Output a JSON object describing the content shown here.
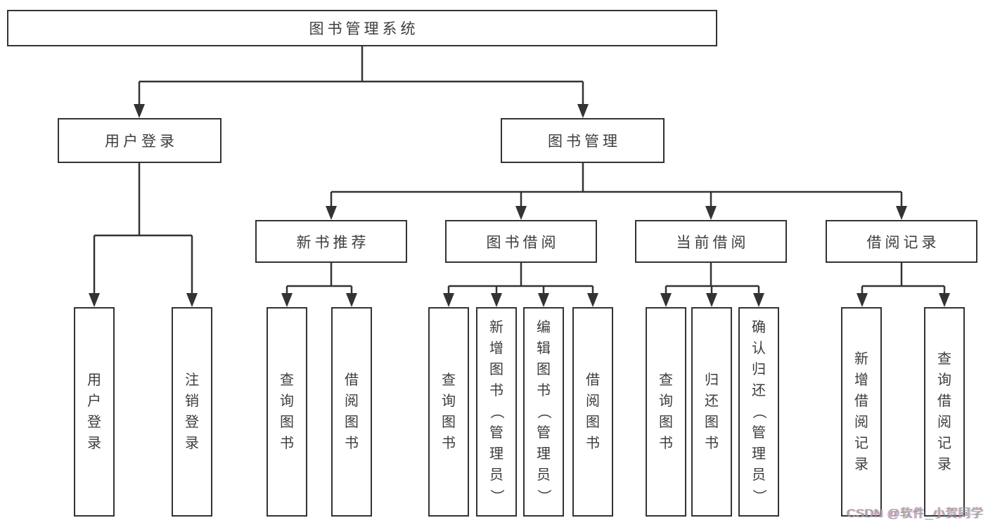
{
  "colors": {
    "line": "#333333",
    "text": "#3d3d3d",
    "background": "#ffffff",
    "watermark": "#9f9f9f"
  },
  "watermark": {
    "text": "CSDN @软件_小贺同学"
  },
  "tree": {
    "root": {
      "label": "图书管理系统",
      "children": [
        {
          "label": "用户登录",
          "children": [
            {
              "label": "用户登录"
            },
            {
              "label": "注销登录"
            }
          ]
        },
        {
          "label": "图书管理",
          "children": [
            {
              "label": "新书推荐",
              "children": [
                {
                  "label": "查询图书"
                },
                {
                  "label": "借阅图书"
                }
              ]
            },
            {
              "label": "图书借阅",
              "children": [
                {
                  "label": "查询图书"
                },
                {
                  "label": "新增图书（管理员）"
                },
                {
                  "label": "编辑图书（管理员）"
                },
                {
                  "label": "借阅图书"
                }
              ]
            },
            {
              "label": "当前借阅",
              "children": [
                {
                  "label": "查询图书"
                },
                {
                  "label": "归还图书"
                },
                {
                  "label": "确认归还（管理员）"
                }
              ]
            },
            {
              "label": "借阅记录",
              "children": [
                {
                  "label": "新增借阅记录"
                },
                {
                  "label": "查询借阅记录"
                }
              ]
            }
          ]
        }
      ]
    }
  }
}
